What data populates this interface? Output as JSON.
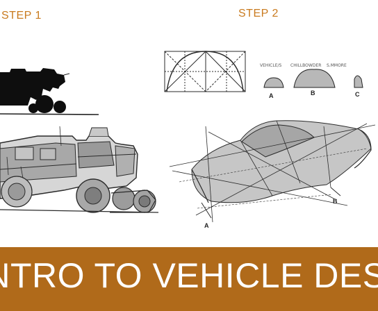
{
  "step1": {
    "label": "STEP 1"
  },
  "step2": {
    "label": "STEP 2",
    "profile_labels": [
      "VEHICLE/S",
      "CHILLBOWDER",
      "S.MMORE"
    ],
    "profile_letters": [
      "A",
      "B",
      "C"
    ],
    "perspective_letters": [
      "A",
      "B"
    ]
  },
  "banner": {
    "text": "INTRO TO VEHICLE DESIGN",
    "background": "#b06a1a",
    "text_color": "#ffffff"
  },
  "colors": {
    "step_label": "#c97a1e",
    "sketch_line": "#2a2a2a",
    "silhouette": "#0e0e0e",
    "shading": "#b8b8b8"
  }
}
